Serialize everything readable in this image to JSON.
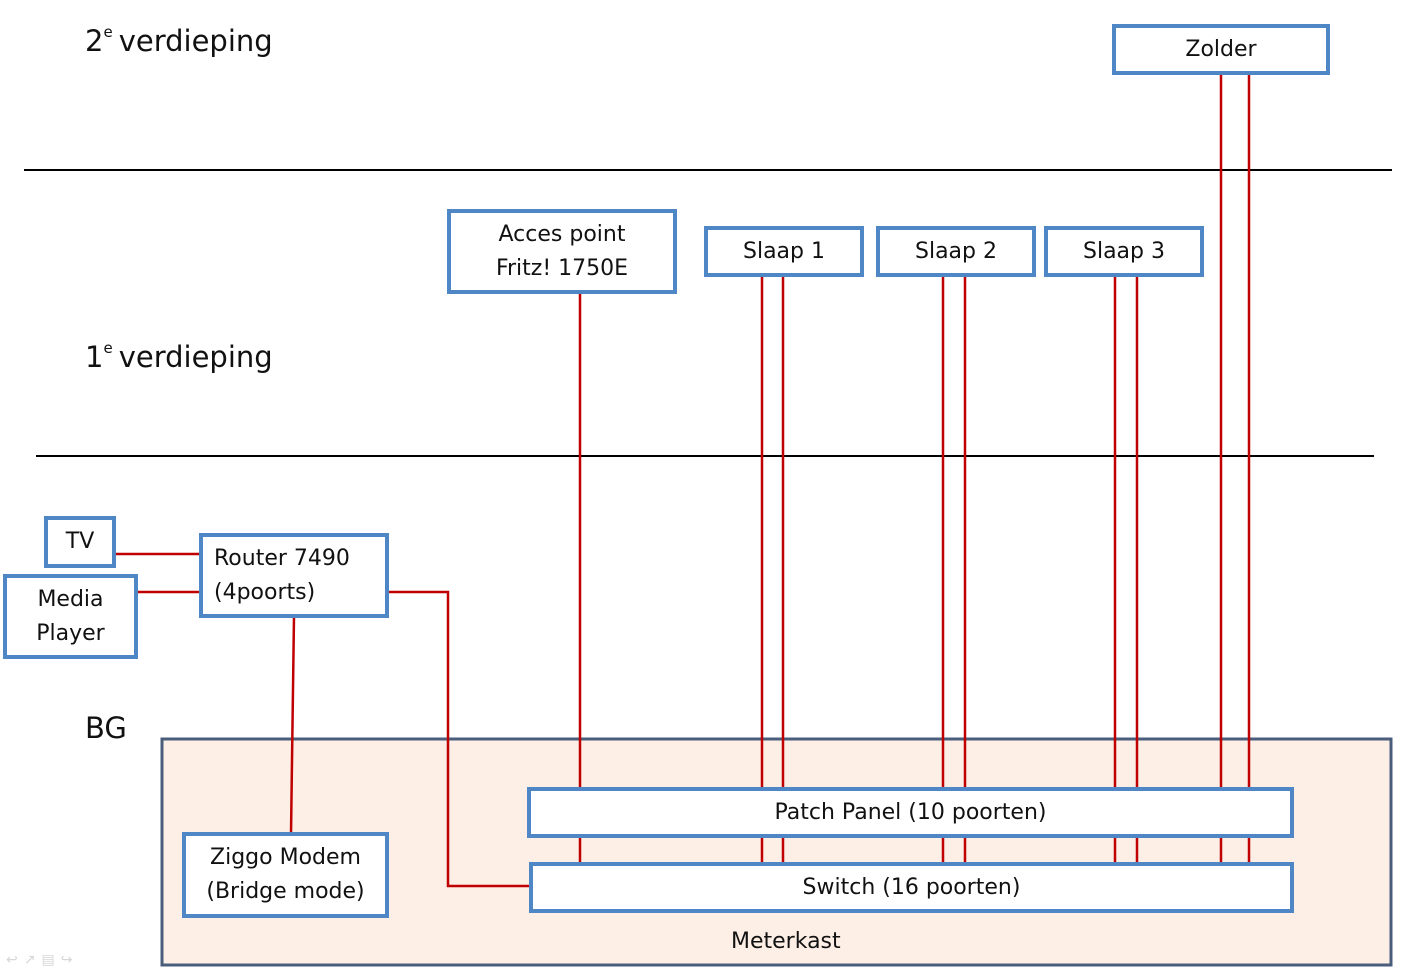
{
  "floors": {
    "second": {
      "num": "2",
      "sup": "e",
      "name": "verdieping"
    },
    "first": {
      "num": "1",
      "sup": "e",
      "name": "verdieping"
    },
    "ground": {
      "name": "BG"
    }
  },
  "meterkast": {
    "label": "Meterkast",
    "fill": "#fdeee6",
    "border": "#4a5e7c"
  },
  "devices": {
    "zolder": {
      "lines": [
        "Zolder"
      ]
    },
    "ap": {
      "lines": [
        "Acces point",
        "Fritz! 1750E"
      ]
    },
    "slaap1": {
      "lines": [
        "Slaap 1"
      ]
    },
    "slaap2": {
      "lines": [
        "Slaap 2"
      ]
    },
    "slaap3": {
      "lines": [
        "Slaap 3"
      ]
    },
    "tv": {
      "lines": [
        "TV"
      ]
    },
    "media": {
      "lines": [
        "Media",
        "Player"
      ]
    },
    "router": {
      "lines": [
        "Router 7490",
        "(4poorts)"
      ]
    },
    "modem": {
      "lines": [
        "Ziggo Modem",
        "(Bridge mode)"
      ]
    },
    "patch": {
      "lines": [
        "Patch Panel (10 poorten)"
      ]
    },
    "switch": {
      "lines": [
        "Switch (16 poorten)"
      ]
    }
  },
  "colors": {
    "box_border": "#4f86c6",
    "cable": "#c00000",
    "floor_divider": "#000000"
  }
}
